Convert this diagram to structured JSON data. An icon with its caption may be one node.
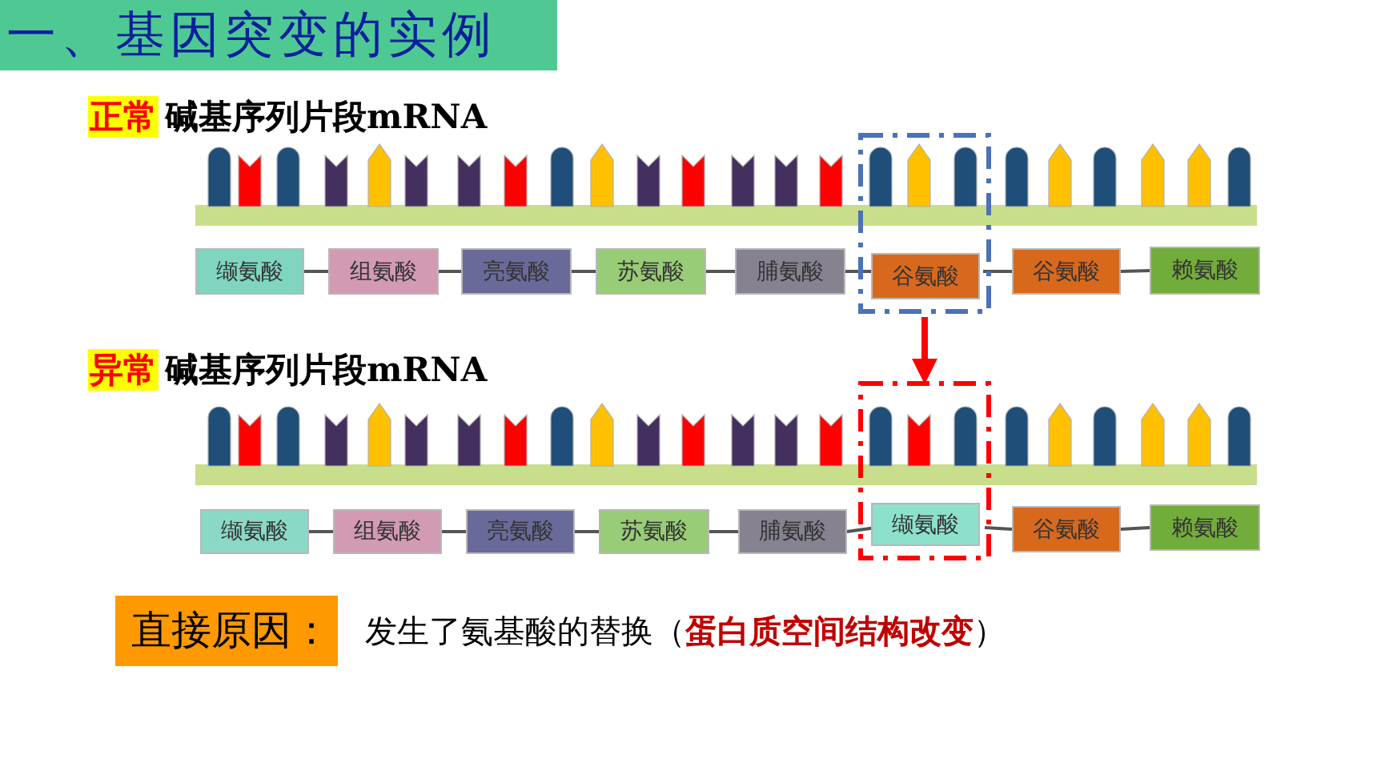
{
  "diagram": {
    "title": "一、基因突变的实例",
    "nodes": [
      {
        "text": [
          "缬氨酸"
        ]
      },
      {
        "text": [
          "组氨酸"
        ]
      },
      {
        "text": [
          "亮氨酸"
        ]
      },
      {
        "text": [
          "苏氨酸"
        ]
      },
      {
        "text": [
          "脯氨酸"
        ]
      },
      {
        "text": [],
        "shape": "box"
      },
      {
        "text": [
          "谷氨酸"
        ],
        "in": 5
      },
      {
        "text": [
          "谷氨酸"
        ]
      },
      {
        "text": [
          "赖氨酸"
        ]
      },
      {
        "text": [
          "缬氨酸"
        ]
      },
      {
        "text": [
          "组氨酸"
        ]
      },
      {
        "text": [
          "亮氨酸"
        ]
      },
      {
        "text": [
          "苏氨酸"
        ]
      },
      {
        "text": [
          "脯氨酸"
        ]
      },
      {
        "text": [],
        "shape": "box"
      },
      {
        "text": [
          "缬氨酸"
        ],
        "in": 14
      },
      {
        "text": [
          "谷氨酸"
        ]
      },
      {
        "text": [
          "赖氨酸"
        ]
      }
    ],
    "edges": [
      {
        "from": 0,
        "to": 1,
        "arrow": "none"
      },
      {
        "from": 1,
        "to": 2,
        "arrow": "none"
      },
      {
        "from": 2,
        "to": 3,
        "arrow": "none"
      },
      {
        "from": 3,
        "to": 4,
        "arrow": "none"
      },
      {
        "from": 4,
        "to": 6,
        "arrow": "none"
      },
      {
        "from": 6,
        "to": 7,
        "arrow": "none"
      },
      {
        "from": 7,
        "to": 8,
        "arrow": "none"
      },
      {
        "from": 9,
        "to": 10,
        "arrow": "none"
      },
      {
        "from": 10,
        "to": 11,
        "arrow": "none"
      },
      {
        "from": 11,
        "to": 12,
        "arrow": "none"
      },
      {
        "from": 12,
        "to": 13,
        "arrow": "none"
      },
      {
        "from": 13,
        "to": 15,
        "arrow": "none"
      },
      {
        "from": 15,
        "to": 16,
        "arrow": "none"
      },
      {
        "from": 16,
        "to": 17,
        "arrow": "none"
      },
      {
        "from": 5,
        "to": 14,
        "arrow": "to",
        "style": "thick",
        "color": "#ff0000"
      }
    ],
    "labels": [
      "正常",
      "碱基序列片段mRNA",
      "异常",
      "碱基序列片段mRNA",
      "直接原因：",
      "发生了氨基酸的替换（**蛋白质空间结构改变**）"
    ]
  }
}
